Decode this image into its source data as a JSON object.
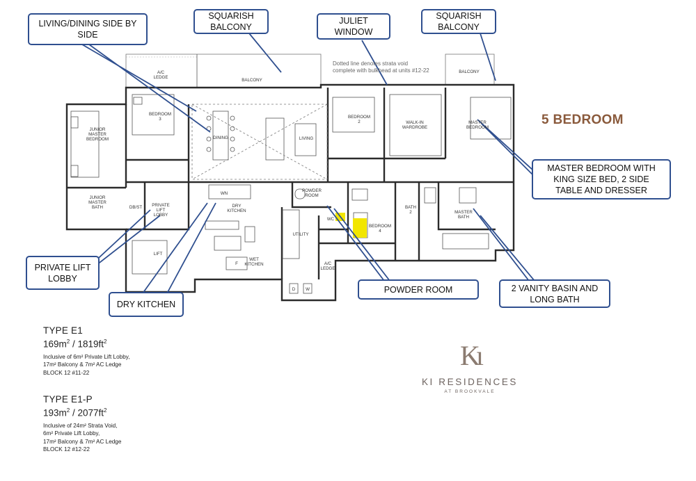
{
  "callouts": {
    "living_dining": "LIVING/DINING SIDE BY\nSIDE",
    "balcony_1": "SQUARISH\nBALCONY",
    "juliet": "JULIET\nWINDOW",
    "balcony_2": "SQUARISH\nBALCONY",
    "master": "MASTER BEDROOM WITH\nKING SIZE BED, 2 SIDE\nTABLE AND DRESSER",
    "lift_lobby": "PRIVATE LIFT\nLOBBY",
    "dry_kitchen": "DRY KITCHEN",
    "powder": "POWDER ROOM",
    "vanity": "2 VANITY BASIN AND\nLONG BATH"
  },
  "heading": "5 BEDROOM",
  "plan_note": [
    "Dotted line denotes strata void",
    "complete with bulkhead at units #12-22"
  ],
  "rooms": {
    "ac_ledge_top": [
      "A/C",
      "LEDGE"
    ],
    "balcony_main": "BALCONY",
    "balcony_small": "BALCONY",
    "bedroom3": [
      "BEDROOM",
      "3"
    ],
    "junior_master": [
      "JUNIOR",
      "MASTER",
      "BEDROOM"
    ],
    "dining": "DINING",
    "living": "LIVING",
    "bedroom2": [
      "BEDROOM",
      "2"
    ],
    "walkin": [
      "WALK-IN",
      "WARDROBE"
    ],
    "master_bed": [
      "MASTER",
      "BEDROOM"
    ],
    "junior_bath": [
      "JUNIOR",
      "MASTER",
      "BATH"
    ],
    "dbst": "DB/ST",
    "lift_lobby": [
      "PRIVATE",
      "LIFT",
      "LOBBY"
    ],
    "lift": "LIFT",
    "wn": "WN",
    "dry_kitchen": [
      "DRY",
      "KITCHEN"
    ],
    "powder": [
      "POWDER",
      "ROOM"
    ],
    "wc": "WC",
    "bedroom4": [
      "BEDROOM",
      "4"
    ],
    "utility": "UTILITY",
    "wet_kitchen": [
      "WET",
      "KITCHEN"
    ],
    "ac_ledge_bottom": [
      "A/C",
      "LEDGE"
    ],
    "bath2": [
      "BATH",
      "2"
    ],
    "master_bath": [
      "MASTER",
      "BATH"
    ],
    "fridge": "F",
    "dryer": "D",
    "washer": "W"
  },
  "types": [
    {
      "name": "TYPE E1",
      "area_sqm": "169m",
      "area_sqft": " / 1819ft",
      "exp": "2",
      "lines": [
        "Inclusive of 6m² Private Lift Lobby,",
        "17m² Balcony & 7m² AC Ledge",
        "BLOCK 12   #11-22"
      ]
    },
    {
      "name": "TYPE E1-P",
      "area_sqm": "193m",
      "area_sqft": " / 2077ft",
      "exp": "2",
      "lines": [
        "Inclusive of 24m² Strata Void,",
        "6m² Private Lift Lobby,",
        "17m² Balcony & 7m² AC Ledge",
        "BLOCK 12   #12-22"
      ]
    }
  ],
  "brand": {
    "mark": "Kı",
    "name": "KI RESIDENCES",
    "sub": "AT BROOKVALE"
  },
  "colors": {
    "callout_border": "#2f4f8f",
    "leader": "#2f4f8f",
    "heading": "#8a5a3c",
    "highlight": "#f2e600",
    "wall": "#2b2b2b"
  }
}
